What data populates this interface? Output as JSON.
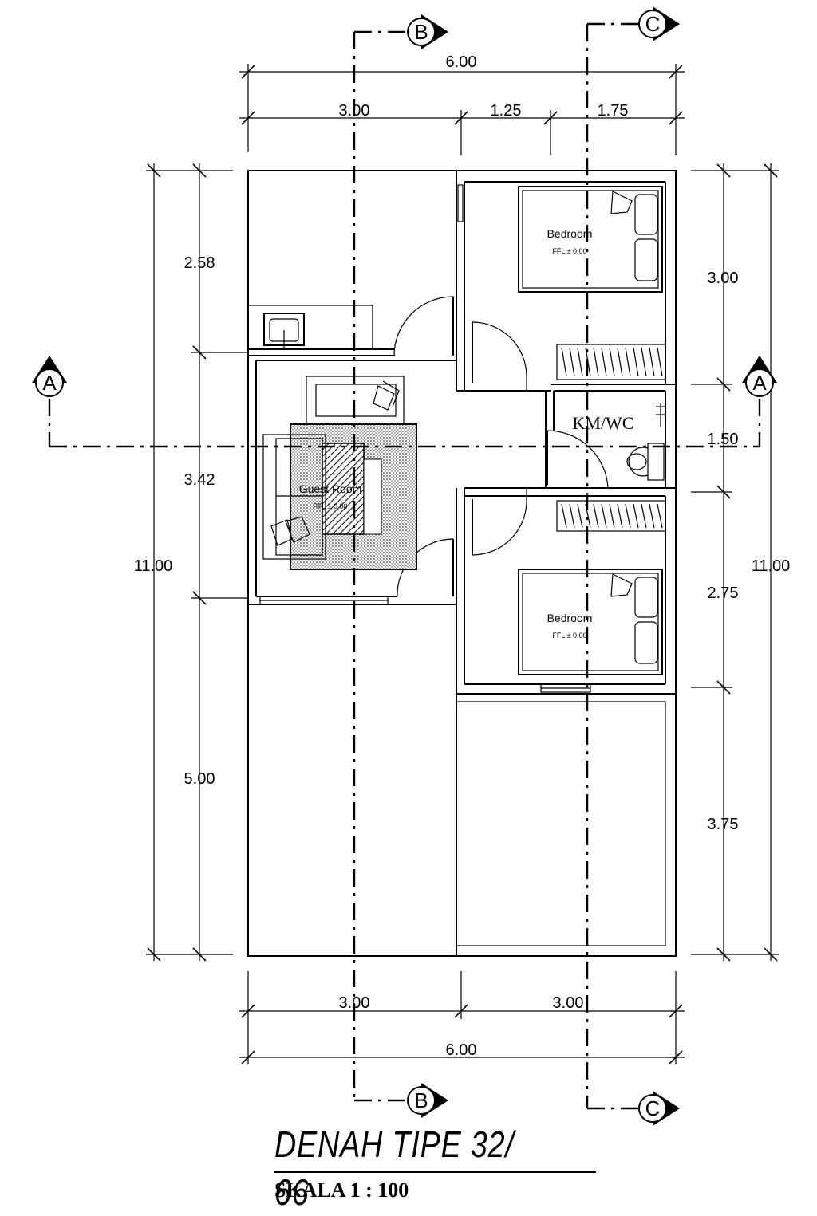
{
  "dimensions": {
    "top_total": "6.00",
    "top_left": "3.00",
    "top_mid": "1.25",
    "top_right": "1.75",
    "bottom_left": "3.00",
    "bottom_right": "3.00",
    "bottom_total": "6.00",
    "left_1": "2.58",
    "left_2": "3.42",
    "left_3": "5.00",
    "left_total": "11.00",
    "right_1": "3.00",
    "right_2": "1.50",
    "right_3": "2.75",
    "right_4": "3.75",
    "right_total": "11.00"
  },
  "rooms": {
    "bedroom_top": {
      "name": "Bedroom",
      "ffl": "FFL ± 0.00"
    },
    "bedroom_bottom": {
      "name": "Bedroom",
      "ffl": "FFL ± 0.00"
    },
    "guest_room": {
      "name": "Guest Room",
      "ffl": "FFL ± 0.00"
    },
    "bathroom": {
      "name": "KM/WC"
    }
  },
  "section_markers": {
    "a": "A",
    "b": "B",
    "c": "C"
  },
  "title": {
    "main": "DENAH TIPE 32/ 66",
    "scale": "SKALA 1 : 100"
  }
}
